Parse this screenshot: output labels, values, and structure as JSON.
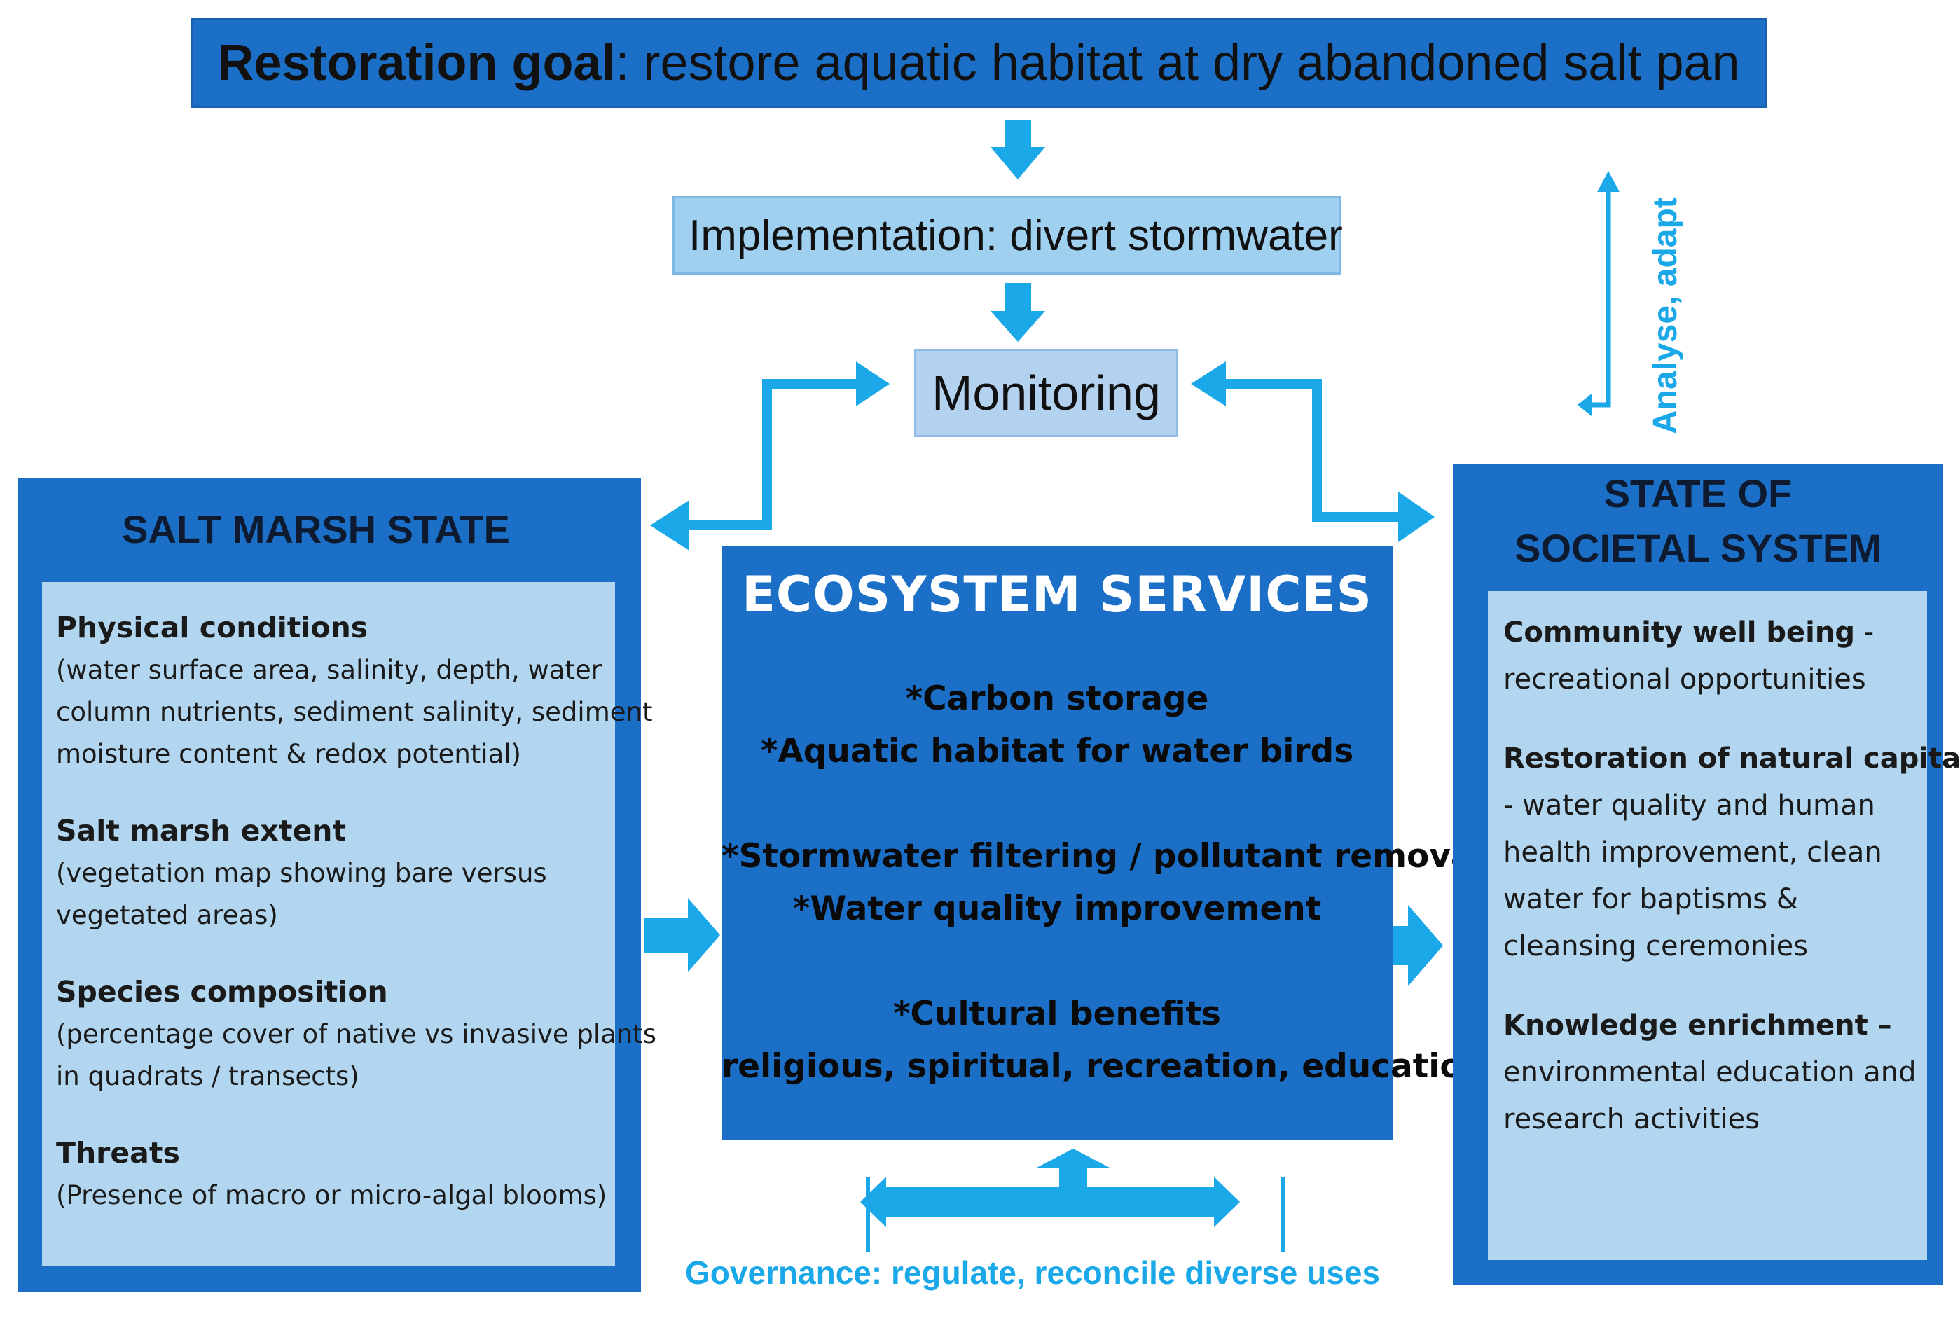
{
  "goal": {
    "bold": "Restoration goal",
    "rest": ": restore aquatic habitat at dry abandoned salt pan"
  },
  "implementation": "Implementation: divert stormwater",
  "monitoring": "Monitoring",
  "salt_marsh": {
    "title": "SALT MARSH STATE",
    "sections": [
      {
        "heading": "Physical conditions",
        "lines": [
          "(water surface area, salinity, depth, water",
          "column nutrients, sediment salinity, sediment",
          "moisture content & redox potential)"
        ]
      },
      {
        "heading": "Salt marsh extent",
        "lines": [
          "(vegetation map showing bare versus",
          "vegetated areas)"
        ]
      },
      {
        "heading": "Species composition",
        "lines": [
          "(percentage cover of native vs invasive plants",
          "in quadrats / transects)"
        ]
      },
      {
        "heading": "Threats",
        "lines": [
          "(Presence of macro or micro-algal blooms)"
        ]
      }
    ]
  },
  "ecosystem_services": {
    "title": "ECOSYSTEM SERVICES",
    "lines": [
      "*Carbon storage",
      "*Aquatic habitat for water birds",
      "*Stormwater filtering / pollutant removal",
      "*Water quality improvement",
      "*Cultural benefits",
      "religious, spiritual, recreation, education"
    ]
  },
  "societal": {
    "title": [
      "STATE OF",
      "SOCIETAL SYSTEM"
    ],
    "sections": [
      {
        "lines": [
          {
            "text": "Community well being",
            "bold": true,
            "suffix": " -"
          },
          {
            "text": "recreational opportunities"
          }
        ]
      },
      {
        "lines": [
          {
            "text": "Restoration of natural capital",
            "bold": true
          },
          {
            "text": "- water quality and human"
          },
          {
            "text": "health improvement, clean"
          },
          {
            "text": "water for baptisms &"
          },
          {
            "text": "cleansing ceremonies"
          }
        ]
      },
      {
        "lines": [
          {
            "text": "Knowledge enrichment –",
            "bold": true
          },
          {
            "text": "environmental education and"
          },
          {
            "text": "research activities"
          }
        ]
      }
    ]
  },
  "analyse_label": "Analyse, adapt",
  "governance_label": "Governance: regulate, reconcile diverse uses",
  "colors": {
    "dark_box": "#1b6fc6",
    "light_box": "#b3d6f0",
    "arrow": "#1aa8e8"
  }
}
